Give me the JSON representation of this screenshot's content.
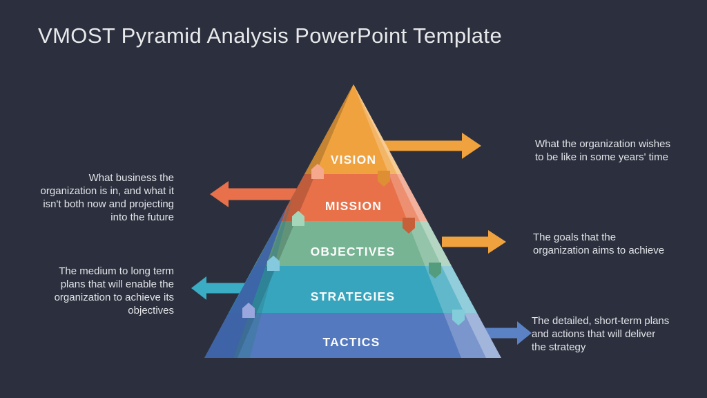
{
  "slide": {
    "title": "VMOST Pyramid Analysis PowerPoint Template",
    "background_color": "#2C303E"
  },
  "pyramid": {
    "levels": [
      {
        "label": "VISION",
        "band_color": "#F0A23E",
        "arrow_direction": "right",
        "arrow_color": "#F0A23E",
        "description": "What the organization wishes to be like in some years' time"
      },
      {
        "label": "MISSION",
        "band_color": "#E8714A",
        "arrow_direction": "left",
        "arrow_color": "#E8704A",
        "description": "What business the organization is in, and what it isn't both now and projecting into the future"
      },
      {
        "label": "OBJECTIVES",
        "band_color": "#77B493",
        "arrow_direction": "right",
        "arrow_color": "#F0A23E",
        "description": "The goals that the organization aims to achieve"
      },
      {
        "label": "STRATEGIES",
        "band_color": "#37A5BD",
        "arrow_direction": "left",
        "arrow_color": "#3AACC4",
        "description": "The medium to long term plans that will enable the organization to achieve its objectives"
      },
      {
        "label": "TACTICS",
        "band_color": "#5579BE",
        "arrow_direction": "right",
        "arrow_color": "#5B82C4",
        "description": "The detailed, short-term plans and actions that will deliver the strategy"
      }
    ]
  }
}
